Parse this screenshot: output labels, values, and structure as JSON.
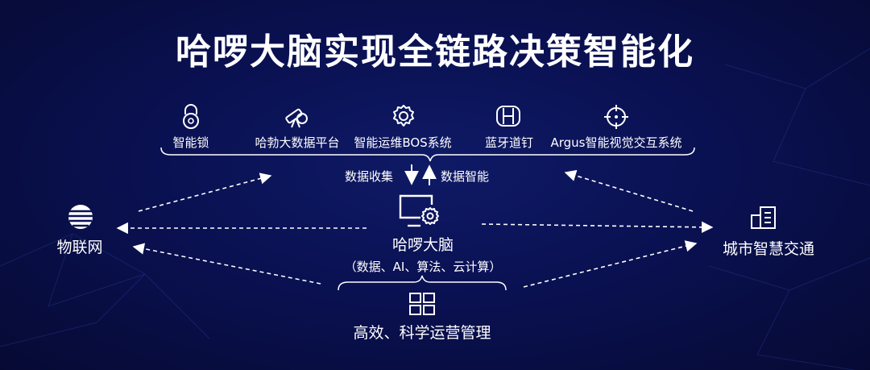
{
  "title": "哈啰大脑实现全链路决策智能化",
  "top_items": [
    {
      "label": "智能锁",
      "icon": "lock-icon"
    },
    {
      "label": "哈勃大数据平台",
      "icon": "telescope-icon"
    },
    {
      "label": "智能运维BOS系统",
      "icon": "gear-icon"
    },
    {
      "label": "蓝牙道钉",
      "icon": "road-stud-icon"
    },
    {
      "label": "Argus智能视觉交互系统",
      "icon": "crosshair-icon"
    }
  ],
  "flow": {
    "collect": "数据收集",
    "intelligence": "数据智能"
  },
  "center": {
    "name": "哈啰大脑",
    "sub": "（数据、AI、算法、云计算）",
    "icon": "monitor-gear-icon"
  },
  "left": {
    "label": "物联网",
    "icon": "globe-icon"
  },
  "right": {
    "label": "城市智慧交通",
    "icon": "building-icon"
  },
  "bottom": {
    "label": "高效、科学运营管理",
    "icon": "grid-icon"
  },
  "colors": {
    "background": "#0a1152",
    "text": "#ffffff",
    "line": "#ffffff"
  }
}
